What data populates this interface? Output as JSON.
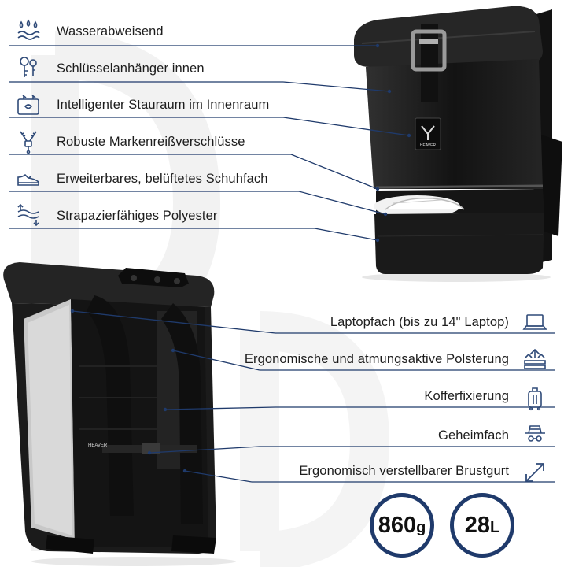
{
  "features_left": [
    {
      "label": "Wasserabweisend",
      "icon": "water-drops-icon"
    },
    {
      "label": "Schlüsselanhänger innen",
      "icon": "keys-icon"
    },
    {
      "label": "Intelligenter Stauraum im Innenraum",
      "icon": "organizer-icon"
    },
    {
      "label": "Robuste Markenreißverschlüsse",
      "icon": "zipper-icon"
    },
    {
      "label": "Erweiterbares, belüftetes Schuhfach",
      "icon": "sneaker-icon"
    },
    {
      "label": "Strapazierfähiges Polyester",
      "icon": "fabric-icon"
    }
  ],
  "features_right": [
    {
      "label": "Laptopfach (bis zu 14\" Laptop)",
      "icon": "laptop-icon"
    },
    {
      "label": "Ergonomische und atmungsaktive Polsterung",
      "icon": "ventilation-icon"
    },
    {
      "label": "Kofferfixierung",
      "icon": "suitcase-icon"
    },
    {
      "label": "Geheimfach",
      "icon": "spy-hat-icon"
    },
    {
      "label": "Ergonomisch verstellbarer Brustgurt",
      "icon": "diagonal-arrows-icon"
    }
  ],
  "brand": {
    "logo_text": "HEAVER"
  },
  "badges": {
    "weight": {
      "value": "860",
      "unit": "g"
    },
    "volume": {
      "value": "28",
      "unit": "L"
    }
  },
  "colors": {
    "accent": "#1f3a6b",
    "icon": "#2f4a78",
    "bag": "#1b1b1b"
  }
}
